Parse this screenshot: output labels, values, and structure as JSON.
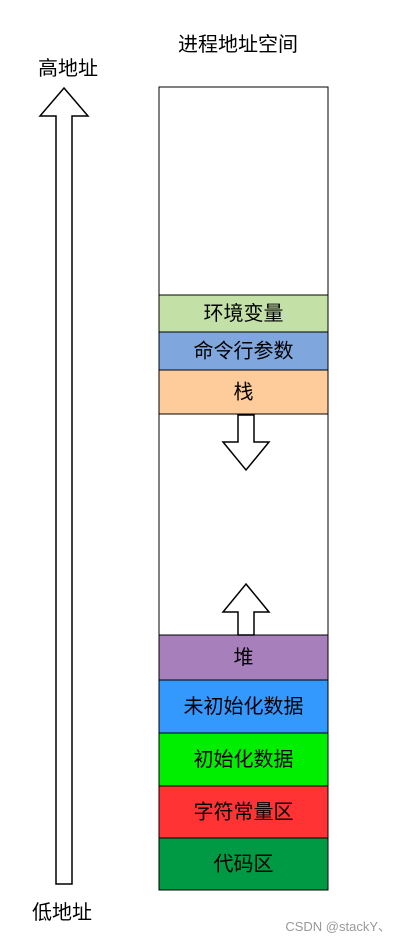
{
  "title": "进程地址空间",
  "high_address_label": "高地址",
  "low_address_label": "低地址",
  "segments": [
    {
      "label": "环境变量",
      "color": "#c3e1a6"
    },
    {
      "label": "命令行参数",
      "color": "#7fa7de"
    },
    {
      "label": "栈",
      "color": "#fecb9b"
    },
    {
      "label": "堆",
      "color": "#a77fbb"
    },
    {
      "label": "未初始化数据",
      "color": "#3399ff"
    },
    {
      "label": "初始化数据",
      "color": "#00ee00"
    },
    {
      "label": "字符常量区",
      "color": "#ff3333"
    },
    {
      "label": "代码区",
      "color": "#009944"
    }
  ],
  "watermark": "CSDN @stackY、"
}
